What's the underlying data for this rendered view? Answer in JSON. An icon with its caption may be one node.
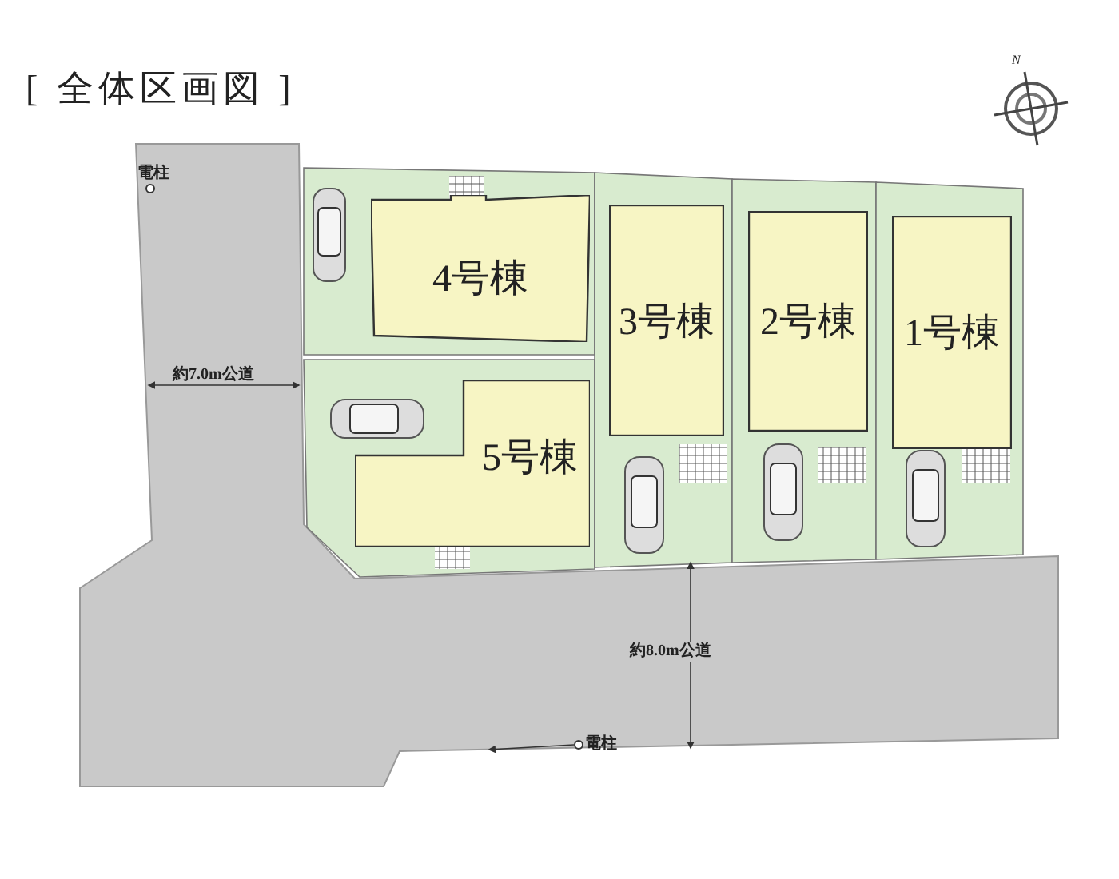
{
  "diagram": {
    "title": "[ 全体区画図 ]",
    "nodes": [
      {
        "text": [
          "4号棟"
        ]
      },
      {
        "text": [
          "3号棟"
        ]
      },
      {
        "text": [
          "2号棟"
        ]
      },
      {
        "text": [
          "1号棟"
        ]
      },
      {
        "text": [
          "5号棟"
        ]
      }
    ],
    "labels": [
      "N",
      "電柱",
      "約7.0m公道",
      "約8.0m公道",
      "電柱"
    ]
  }
}
